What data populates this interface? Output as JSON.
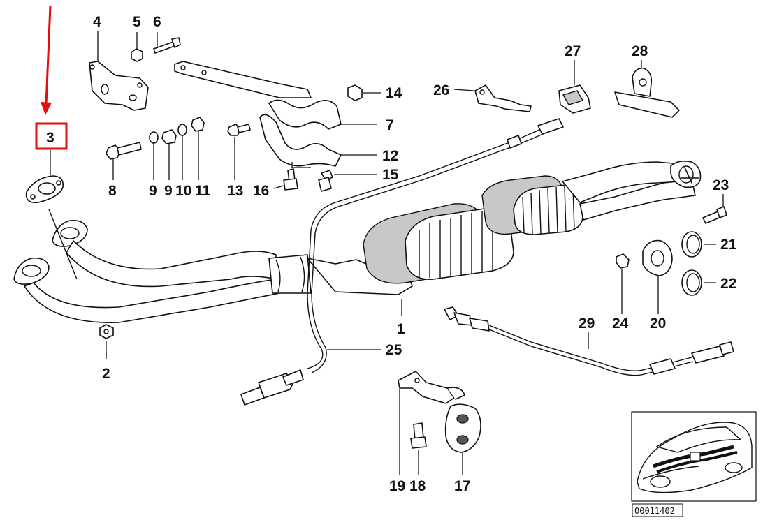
{
  "part_labels": {
    "p1": "1",
    "p2": "2",
    "p3": "3",
    "p4": "4",
    "p5": "5",
    "p6": "6",
    "p7": "7",
    "p8": "8",
    "p9a": "9",
    "p9b": "9",
    "p10": "10",
    "p11": "11",
    "p12": "12",
    "p13": "13",
    "p14": "14",
    "p15": "15",
    "p16": "16",
    "p17": "17",
    "p18": "18",
    "p19": "19",
    "p20": "20",
    "p21": "21",
    "p22": "22",
    "p23": "23",
    "p24": "24",
    "p25": "25",
    "p26": "26",
    "p27": "27",
    "p28": "28",
    "p29": "29"
  },
  "highlight": {
    "label": "3",
    "color": "#e01010"
  },
  "inset": {
    "ref_number": "00011402"
  }
}
